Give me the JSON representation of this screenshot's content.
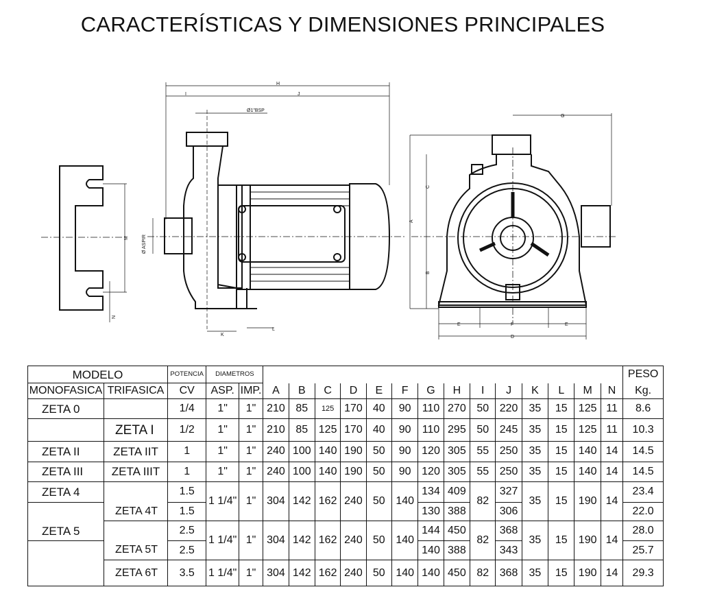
{
  "title": "CARACTERÍSTICAS Y DIMENSIONES PRINCIPALES",
  "drawing_labels": {
    "H": "H",
    "I": "I",
    "J": "J",
    "bsp": "Ø1\"BSP",
    "aspir": "Ø ASPIR",
    "M": "M",
    "N": "N",
    "K": "K",
    "L": "L",
    "G": "G",
    "C": "C",
    "A": "A",
    "B": "B",
    "E": "E",
    "F": "F",
    "D": "D"
  },
  "table": {
    "header": {
      "modelo": "MODELO",
      "potencia": "POTENCIA",
      "diametros": "DIAMETROS",
      "peso": "PESO",
      "monofasica": "MONOFASICA",
      "trifasica": "TRIFASICA",
      "cv": "CV",
      "asp": "ASP.",
      "imp": "IMP.",
      "kg": "Kg.",
      "dims": [
        "A",
        "B",
        "C",
        "D",
        "E",
        "F",
        "G",
        "H",
        "I",
        "J",
        "K",
        "L",
        "M",
        "N"
      ]
    },
    "rows": [
      {
        "mono": "ZETA 0",
        "tri": "",
        "cv": "1/4",
        "asp": "1\"",
        "imp": "1\"",
        "A": "210",
        "B": "85",
        "C": "125",
        "D": "170",
        "E": "40",
        "F": "90",
        "G": "110",
        "H": "270",
        "I": "50",
        "J": "220",
        "K": "35",
        "L": "15",
        "M": "125",
        "N": "11",
        "peso": "8.6"
      },
      {
        "mono": "",
        "tri": "ZETA I",
        "cv": "1/2",
        "asp": "1\"",
        "imp": "1\"",
        "A": "210",
        "B": "85",
        "C": "125",
        "D": "170",
        "E": "40",
        "F": "90",
        "G": "110",
        "H": "295",
        "I": "50",
        "J": "245",
        "K": "35",
        "L": "15",
        "M": "125",
        "N": "11",
        "peso": "10.3"
      },
      {
        "mono": "ZETA II",
        "tri": "ZETA IIT",
        "cv": "1",
        "asp": "1\"",
        "imp": "1\"",
        "A": "240",
        "B": "100",
        "C": "140",
        "D": "190",
        "E": "50",
        "F": "90",
        "G": "120",
        "H": "305",
        "I": "55",
        "J": "250",
        "K": "35",
        "L": "15",
        "M": "140",
        "N": "14",
        "peso": "14.5"
      },
      {
        "mono": "ZETA III",
        "tri": "ZETA IIIT",
        "cv": "1",
        "asp": "1\"",
        "imp": "1\"",
        "A": "240",
        "B": "100",
        "C": "140",
        "D": "190",
        "E": "50",
        "F": "90",
        "G": "120",
        "H": "305",
        "I": "55",
        "J": "250",
        "K": "35",
        "L": "15",
        "M": "140",
        "N": "14",
        "peso": "14.5"
      }
    ],
    "group4": {
      "mono": "ZETA 4",
      "tri": "ZETA 4T",
      "cv1": "1.5",
      "cv2": "1.5",
      "asp": "1 1/4\"",
      "imp": "1\"",
      "A": "304",
      "B": "142",
      "C": "162",
      "D": "240",
      "E": "50",
      "F": "140",
      "G1": "134",
      "G2": "130",
      "H1": "409",
      "H2": "388",
      "I": "82",
      "J1": "327",
      "J2": "306",
      "K": "35",
      "L": "15",
      "M": "190",
      "N": "14",
      "peso1": "23.4",
      "peso2": "22.0"
    },
    "group5": {
      "mono": "ZETA 5",
      "tri": "ZETA 5T",
      "cv1": "2.5",
      "cv2": "2.5",
      "asp": "1 1/4\"",
      "imp": "1\"",
      "A": "304",
      "B": "142",
      "C": "162",
      "D": "240",
      "E": "50",
      "F": "140",
      "G1": "144",
      "G2": "140",
      "H1": "450",
      "H2": "388",
      "I": "82",
      "J1": "368",
      "J2": "343",
      "K": "35",
      "L": "15",
      "M": "190",
      "N": "14",
      "peso1": "28.0",
      "peso2": "25.7"
    },
    "row6": {
      "mono": "",
      "tri": "ZETA 6T",
      "cv": "3.5",
      "asp": "1 1/4\"",
      "imp": "1\"",
      "A": "304",
      "B": "142",
      "C": "162",
      "D": "240",
      "E": "50",
      "F": "140",
      "G": "140",
      "H": "450",
      "I": "82",
      "J": "368",
      "K": "35",
      "L": "15",
      "M": "190",
      "N": "14",
      "peso": "29.3"
    }
  }
}
